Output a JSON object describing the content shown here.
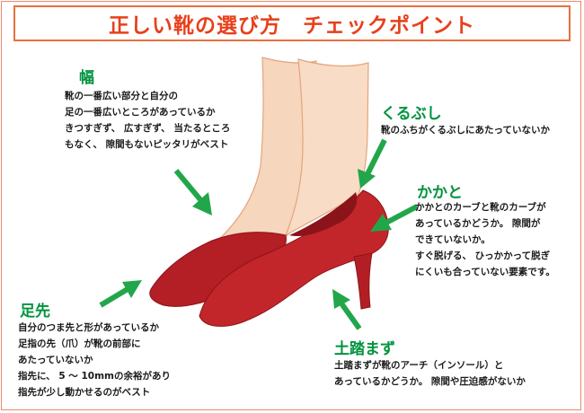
{
  "title": "正しい靴の選び方　チェックポイント",
  "colors": {
    "title": "#e8401a",
    "border": "#e8703e",
    "heading": "#00933e",
    "arrow": "#22a64a",
    "shoe": "#c2262b",
    "leg": "#f6d6bd"
  },
  "points": {
    "width": {
      "heading": "幅",
      "lines": [
        "靴の一番広い部分と自分の",
        "足の一番広いところがあっているか",
        "きつすぎず、 広すぎず、 当たるところ",
        "もなく、 隙間もないピッタリがベスト"
      ]
    },
    "ankle": {
      "heading": "くるぶし",
      "lines": [
        "靴のふちがくるぶしにあたっていないか"
      ]
    },
    "heel": {
      "heading": "かかと",
      "lines": [
        "かかとのカーブと靴のカーブが",
        "あっているかどうか。 隙間が",
        "できていないか。",
        "すぐ脱げる、 ひっかかって脱ぎ",
        "にくいも合っていない要素です。"
      ]
    },
    "toe": {
      "heading": "足先",
      "lines": [
        "自分のつま先と形があっているか",
        "足指の先（爪）が靴の前部に",
        "あたっていないか",
        "指先に、 5 ～ 10mmの余裕があり",
        "指先が少し動かせるのがベスト"
      ]
    },
    "arch": {
      "heading": "土踏まず",
      "lines": [
        "土踏まずが靴のアーチ（インソール）と",
        "あっているかどうか。 隙間や圧迫感がないか"
      ]
    }
  }
}
